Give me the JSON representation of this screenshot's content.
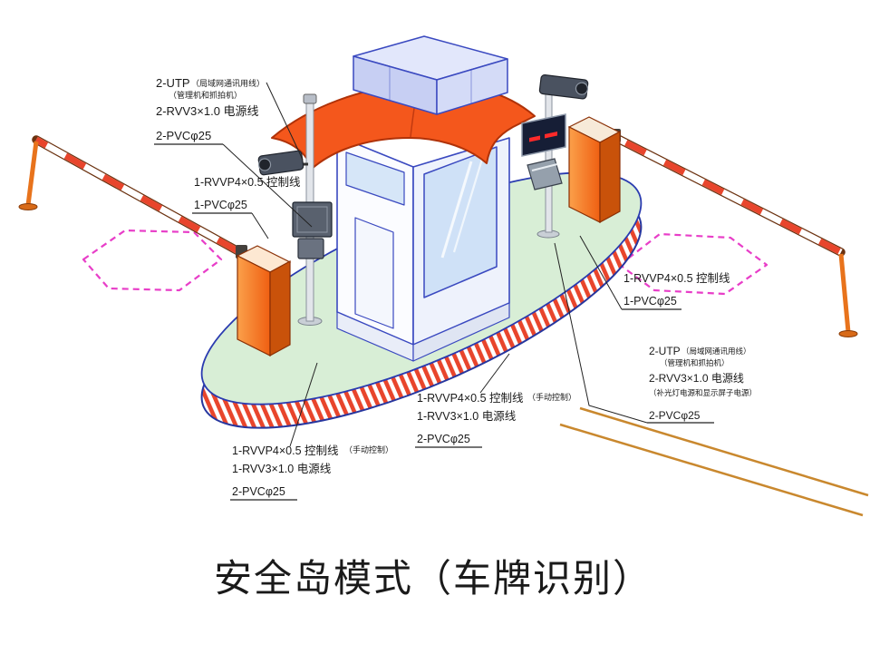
{
  "title": "安全岛模式（车牌识别）",
  "labels": {
    "top_left": {
      "utp": "2-UTP",
      "utp_note": "（局域网通讯用线）",
      "devices_note": "（管理机和抓拍机）",
      "power": "2-RVV3×1.0 电源线",
      "conduit": "2-PVCφ25"
    },
    "left_mid": {
      "control": "1-RVVP4×0.5 控制线",
      "conduit": "1-PVCφ25"
    },
    "right_mid": {
      "control": "1-RVVP4×0.5 控制线",
      "conduit": "1-PVCφ25"
    },
    "right_lower": {
      "utp": "2-UTP",
      "utp_note": "（局域网通讯用线）",
      "devices_note": "（管理机和抓拍机）",
      "power": "2-RVV3×1.0 电源线",
      "power_note": "（补光灯电源和显示屏子电源）",
      "conduit": "2-PVCφ25"
    },
    "center_bottom": {
      "control": "1-RVVP4×0.5 控制线",
      "control_note": "（手动控制）",
      "power": "1-RVV3×1.0 电源线",
      "conduit": "2-PVCφ25"
    },
    "left_bottom": {
      "control": "1-RVVP4×0.5 控制线",
      "control_note": "（手动控制）",
      "power": "1-RVV3×1.0 电源线",
      "conduit": "2-PVCφ25"
    }
  },
  "colors": {
    "roof_orange": "#f4571c",
    "cabinet_orange": "#f5831e",
    "island_green": "#d8eed6",
    "curb_stripe_red": "#e8452c",
    "booth_outline_blue": "#3a49c0",
    "loop_magenta": "#e83ec8",
    "led_red": "#ff2a2a",
    "road_edge_tan": "#c9882e"
  }
}
